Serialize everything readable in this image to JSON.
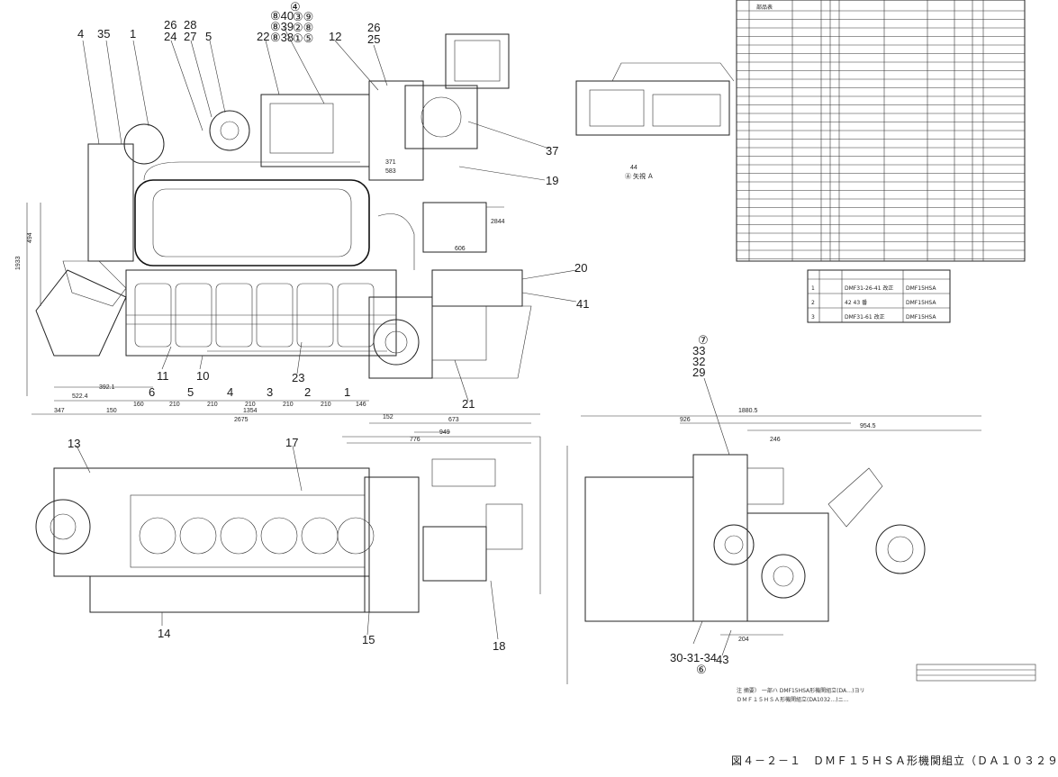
{
  "caption": "図４－２－１　ＤＭＦ１５ＨＳＡ形機関組立（ＤＡ１０３２９）",
  "notes": {
    "line1": "注 摘要）  一部ハ DMF15HSA形機関組立(DA…)ヨリ",
    "line2": "ＤＭＦ１５ＨＳＡ形機関組立(DA1032…)ニ…"
  },
  "view_labels": {
    "detail_view": "44",
    "detail_caption": "Ⓐ 矢視 Ａ"
  },
  "top_view_callouts": [
    {
      "id": "c4",
      "text": "4"
    },
    {
      "id": "c35",
      "text": "35"
    },
    {
      "id": "c1",
      "text": "1"
    },
    {
      "id": "c26a",
      "text": "26"
    },
    {
      "id": "c24",
      "text": "24"
    },
    {
      "id": "c28",
      "text": "28"
    },
    {
      "id": "c27",
      "text": "27"
    },
    {
      "id": "c5",
      "text": "5"
    },
    {
      "id": "c22",
      "text": "22"
    },
    {
      "id": "c40",
      "text": "⑧40"
    },
    {
      "id": "c39",
      "text": "⑧39"
    },
    {
      "id": "c38",
      "text": "⑧38"
    },
    {
      "id": "c4c",
      "text": "④"
    },
    {
      "id": "c39b",
      "text": "③⑨"
    },
    {
      "id": "c28b",
      "text": "②⑧"
    },
    {
      "id": "c15",
      "text": "①⑤"
    },
    {
      "id": "c12",
      "text": "12"
    },
    {
      "id": "c26b",
      "text": "26"
    },
    {
      "id": "c25",
      "text": "25"
    },
    {
      "id": "c37",
      "text": "37"
    },
    {
      "id": "c19",
      "text": "19"
    },
    {
      "id": "c20",
      "text": "20"
    },
    {
      "id": "c41",
      "text": "41"
    },
    {
      "id": "c21",
      "text": "21"
    },
    {
      "id": "c11",
      "text": "11"
    },
    {
      "id": "c10",
      "text": "10"
    },
    {
      "id": "c23",
      "text": "23"
    }
  ],
  "cylinder_numbers": [
    "6",
    "5",
    "4",
    "3",
    "2",
    "1"
  ],
  "side_view_callouts": [
    {
      "id": "s13",
      "text": "13"
    },
    {
      "id": "s17",
      "text": "17"
    },
    {
      "id": "s14",
      "text": "14"
    },
    {
      "id": "s15",
      "text": "15"
    },
    {
      "id": "s18",
      "text": "18"
    }
  ],
  "end_view_callouts": [
    {
      "id": "e7",
      "text": "⑦"
    },
    {
      "id": "e33",
      "text": "33"
    },
    {
      "id": "e32",
      "text": "32"
    },
    {
      "id": "e29",
      "text": "29"
    },
    {
      "id": "e30",
      "text": "30-31-34"
    },
    {
      "id": "e6",
      "text": "⑥"
    },
    {
      "id": "e43",
      "text": "43"
    }
  ],
  "dimensions": {
    "d1": "522.4",
    "d2": "392.1",
    "d3": "347",
    "d4": "150",
    "d5": "160",
    "d6": "210",
    "d7": "210",
    "d8": "210",
    "d9": "210",
    "d10": "210",
    "d11": "146",
    "d12": "1354",
    "d13": "2675",
    "d14": "152",
    "d15": "673",
    "d16": "776",
    "d17": "949",
    "d18": "1880.5",
    "d19": "926",
    "d20": "954.5",
    "d21": "246",
    "d22": "204",
    "d23": "2844",
    "d24": "606",
    "d25": "494",
    "d26": "1933",
    "d27": "371",
    "d28": "583"
  },
  "revision_table": {
    "rows": [
      {
        "mark": "1",
        "desc": "DMF31-26-41 改正",
        "sign": "DMF15HSA"
      },
      {
        "mark": "2",
        "desc": "42 43 番",
        "sign": "DMF15HSA"
      },
      {
        "mark": "3",
        "desc": "DMF31-61 改正",
        "sign": "DMF15HSA"
      }
    ]
  },
  "parts_list_caption": "部品表"
}
